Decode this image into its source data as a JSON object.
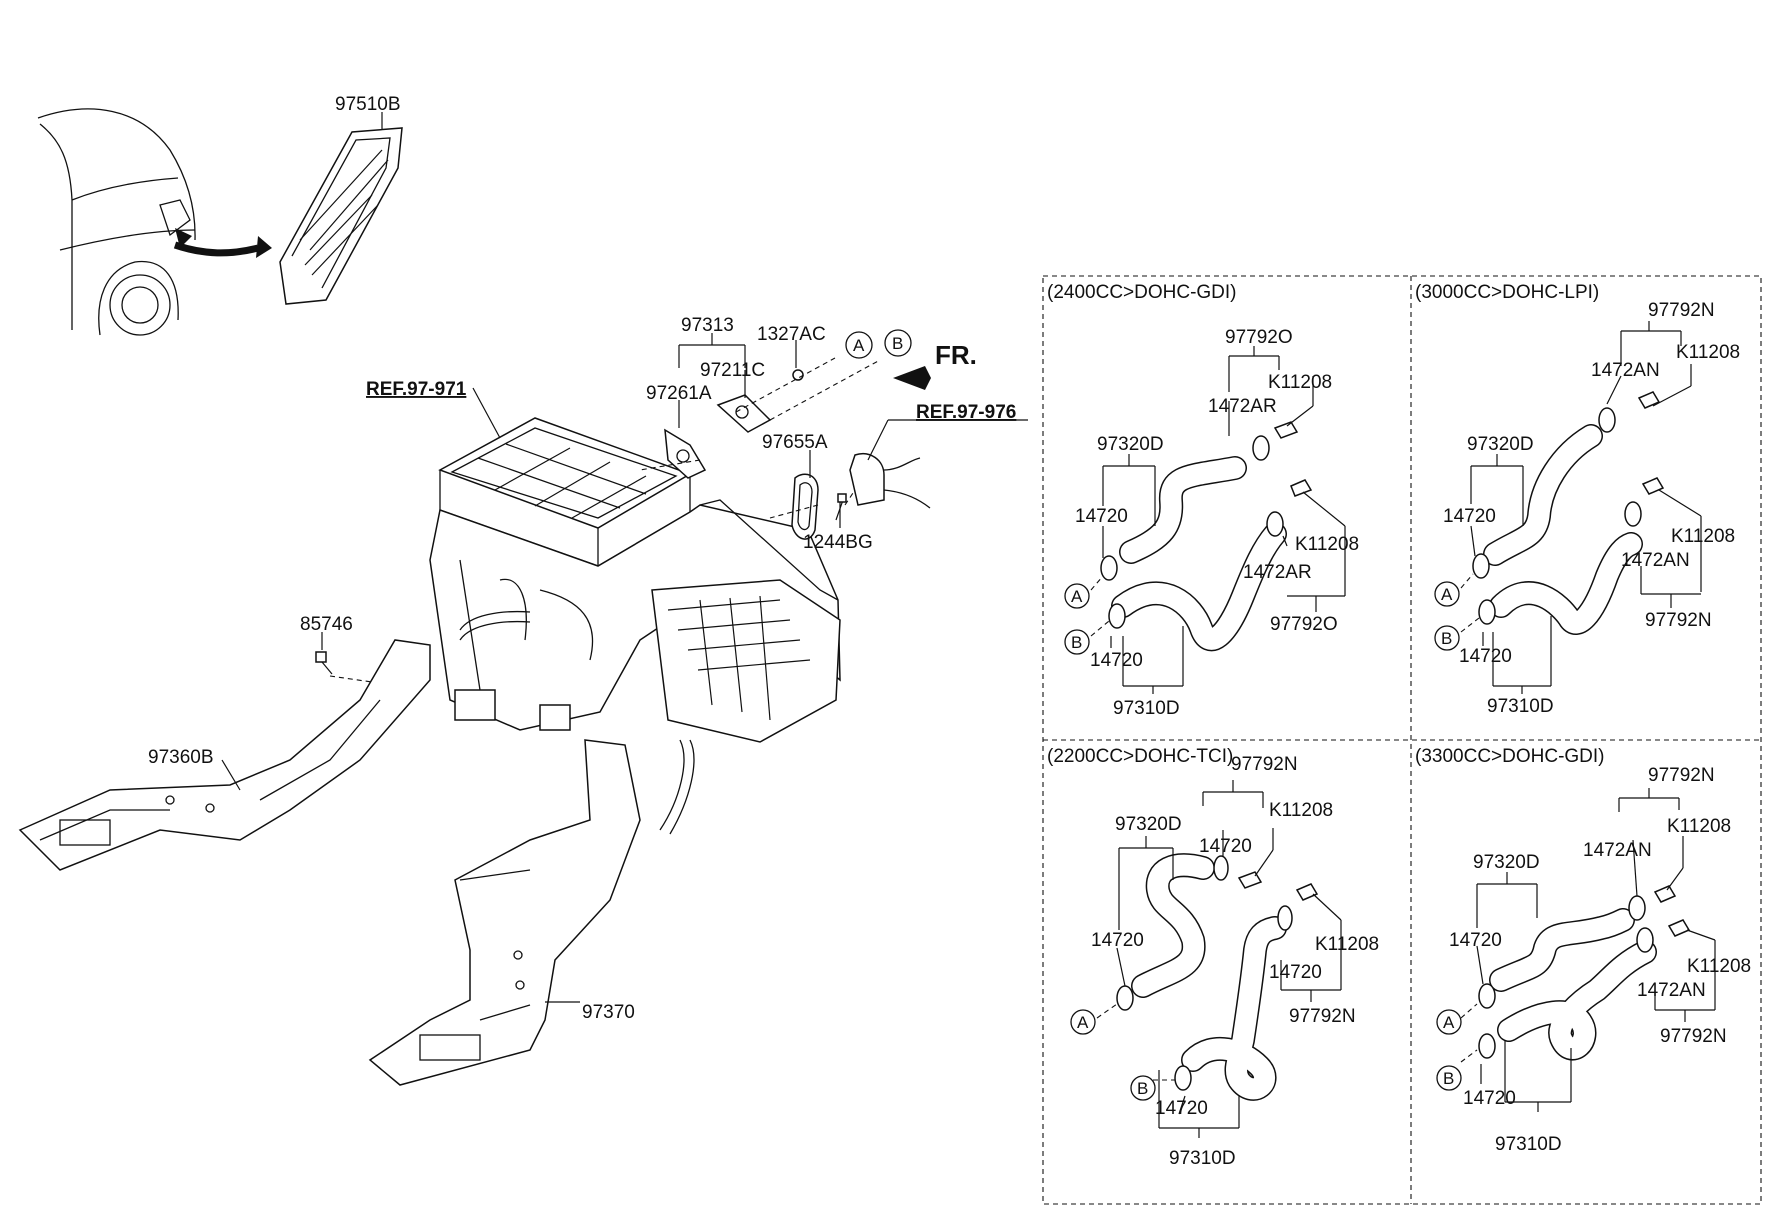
{
  "main": {
    "labels": {
      "p97510B": "97510B",
      "p97313": "97313",
      "p1327AC": "1327AC",
      "p97211C": "97211C",
      "p97261A": "97261A",
      "p97655A": "97655A",
      "p1244BG": "1244BG",
      "p85746": "85746",
      "p97360B": "97360B",
      "p97370": "97370"
    },
    "refs": {
      "ref_971": "REF.97-971",
      "ref_976": "REF.97-976"
    },
    "fr": "FR.",
    "circle_a": "A",
    "circle_b": "B"
  },
  "panels": {
    "p1": {
      "title": "(2400CC>DOHC-GDI)",
      "labels": [
        "97792O",
        "K11208",
        "1472AR",
        "97320D",
        "14720",
        "K11208",
        "1472AR",
        "97792O",
        "14720",
        "97310D"
      ],
      "circle_a": "A",
      "circle_b": "B"
    },
    "p2": {
      "title": "(3000CC>DOHC-LPI)",
      "labels": [
        "97792N",
        "K11208",
        "1472AN",
        "97320D",
        "14720",
        "K11208",
        "1472AN",
        "97792N",
        "14720",
        "97310D"
      ],
      "circle_a": "A",
      "circle_b": "B"
    },
    "p3": {
      "title": "(2200CC>DOHC-TCI)",
      "labels": [
        "97792N",
        "97320D",
        "14720",
        "K11208",
        "14720",
        "K11208",
        "14720",
        "97792N",
        "14720",
        "97310D"
      ],
      "circle_a": "A",
      "circle_b": "B"
    },
    "p4": {
      "title": "(3300CC>DOHC-GDI)",
      "labels": [
        "97792N",
        "K11208",
        "1472AN",
        "97320D",
        "14720",
        "K11208",
        "1472AN",
        "97792N",
        "14720",
        "97310D"
      ],
      "circle_a": "A",
      "circle_b": "B"
    }
  }
}
